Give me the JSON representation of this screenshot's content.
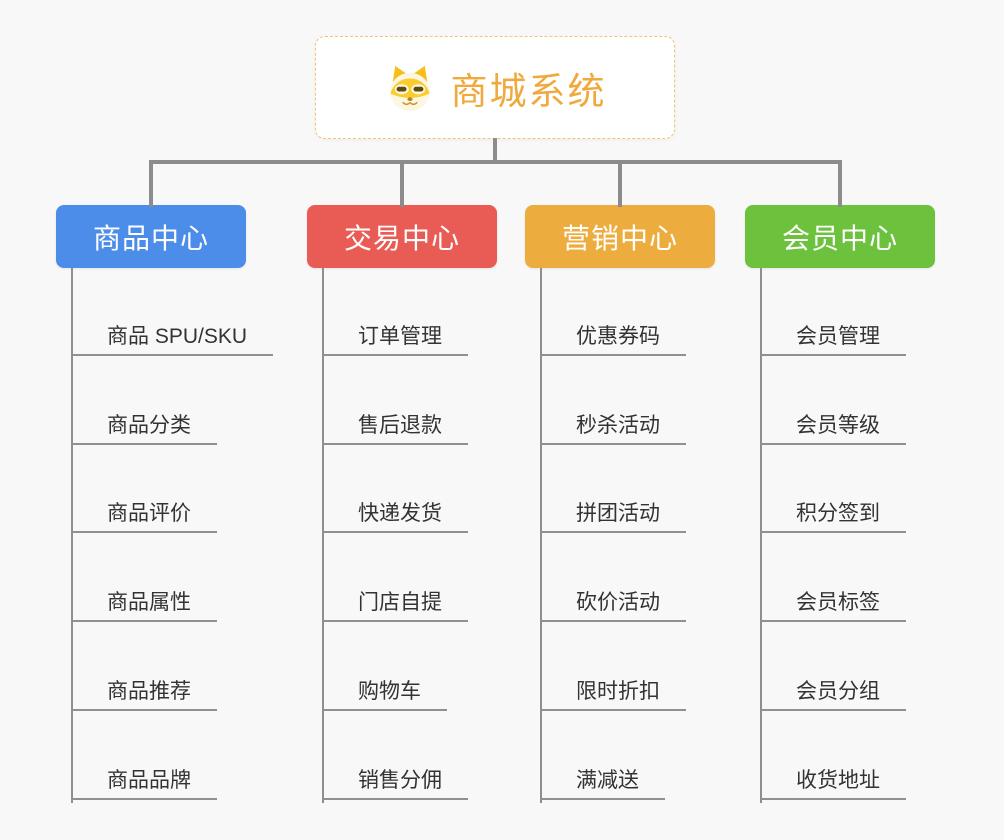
{
  "page": {
    "background_color": "#f8f8f8",
    "connector_color": "#8c8c8c"
  },
  "root": {
    "title": "商城系统",
    "icon": "doge-face-icon",
    "text_color": "#f0a93c",
    "border_color": "#f3c475"
  },
  "branches": [
    {
      "label": "商品中心",
      "color": "#4b8de8",
      "children": [
        "商品 SPU/SKU",
        "商品分类",
        "商品评价",
        "商品属性",
        "商品推荐",
        "商品品牌"
      ]
    },
    {
      "label": "交易中心",
      "color": "#e85c55",
      "children": [
        "订单管理",
        "售后退款",
        "快递发货",
        "门店自提",
        "购物车",
        "销售分佣"
      ]
    },
    {
      "label": "营销中心",
      "color": "#ecad3e",
      "children": [
        "优惠券码",
        "秒杀活动",
        "拼团活动",
        "砍价活动",
        "限时折扣",
        "满减送"
      ]
    },
    {
      "label": "会员中心",
      "color": "#6cc13d",
      "children": [
        "会员管理",
        "会员等级",
        "积分签到",
        "会员标签",
        "会员分组",
        "收货地址"
      ]
    }
  ]
}
